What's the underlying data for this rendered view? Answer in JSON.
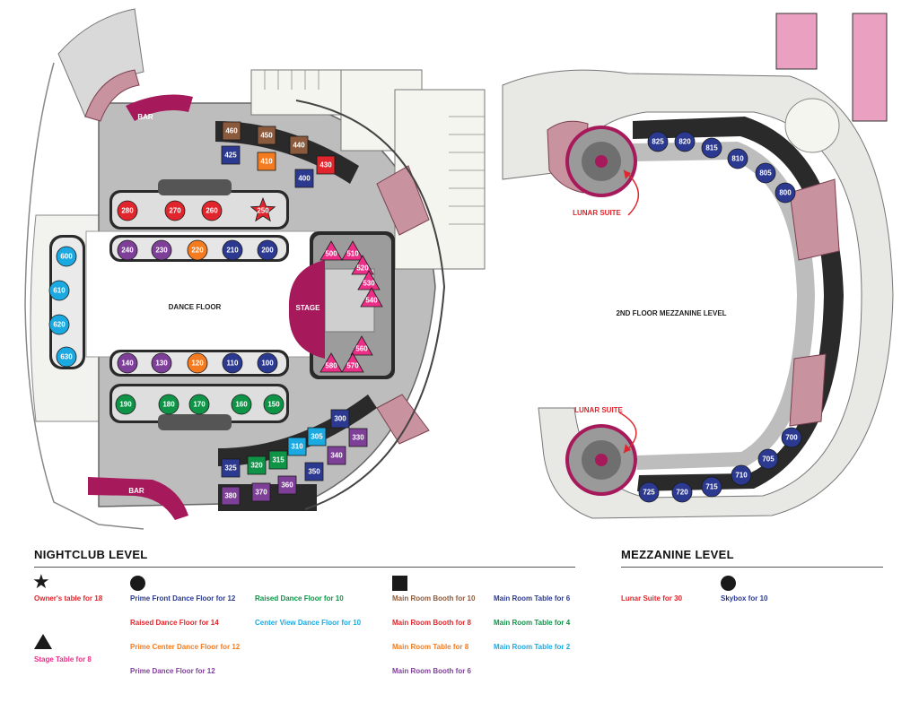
{
  "colors": {
    "darkred": "#e0262c",
    "navy": "#2b3990",
    "cyan": "#1ba9e1",
    "purple": "#7e3f98",
    "orange": "#f47b20",
    "green": "#0f9447",
    "pink": "#ec2f86",
    "brown": "#8b5a3c",
    "stage": "#a6195a",
    "stair": "#c8939f",
    "floor": "#bdbdbd"
  },
  "areas": {
    "bar_top": "BAR",
    "bar_bottom": "BAR",
    "dance_floor": "DANCE FLOOR",
    "stage": "STAGE",
    "mezzanine": "2ND FLOOR MEZZANINE LEVEL",
    "lunar_top": "LUNAR SUITE",
    "lunar_bottom": "LUNAR SUITE"
  },
  "tables": [
    {
      "id": "460",
      "color": "brown",
      "shape": "square"
    },
    {
      "id": "450",
      "color": "brown",
      "shape": "square"
    },
    {
      "id": "440",
      "color": "brown",
      "shape": "square"
    },
    {
      "id": "425",
      "color": "navy",
      "shape": "square"
    },
    {
      "id": "410",
      "color": "orange",
      "shape": "square"
    },
    {
      "id": "430",
      "color": "darkred",
      "shape": "square"
    },
    {
      "id": "400",
      "color": "navy",
      "shape": "square"
    },
    {
      "id": "280",
      "color": "darkred",
      "shape": "circle"
    },
    {
      "id": "270",
      "color": "darkred",
      "shape": "circle"
    },
    {
      "id": "260",
      "color": "darkred",
      "shape": "circle"
    },
    {
      "id": "250",
      "color": "darkred",
      "shape": "star"
    },
    {
      "id": "240",
      "color": "purple",
      "shape": "circle"
    },
    {
      "id": "230",
      "color": "purple",
      "shape": "circle"
    },
    {
      "id": "220",
      "color": "orange",
      "shape": "circle"
    },
    {
      "id": "210",
      "color": "navy",
      "shape": "circle"
    },
    {
      "id": "200",
      "color": "navy",
      "shape": "circle"
    },
    {
      "id": "600",
      "color": "cyan",
      "shape": "circle"
    },
    {
      "id": "610",
      "color": "cyan",
      "shape": "circle"
    },
    {
      "id": "620",
      "color": "cyan",
      "shape": "circle"
    },
    {
      "id": "630",
      "color": "cyan",
      "shape": "circle"
    },
    {
      "id": "500",
      "color": "pink",
      "shape": "triangle"
    },
    {
      "id": "510",
      "color": "pink",
      "shape": "triangle"
    },
    {
      "id": "520",
      "color": "pink",
      "shape": "triangle"
    },
    {
      "id": "530",
      "color": "pink",
      "shape": "triangle"
    },
    {
      "id": "540",
      "color": "pink",
      "shape": "triangle"
    },
    {
      "id": "560",
      "color": "pink",
      "shape": "triangle"
    },
    {
      "id": "570",
      "color": "pink",
      "shape": "triangle"
    },
    {
      "id": "580",
      "color": "pink",
      "shape": "triangle"
    },
    {
      "id": "140",
      "color": "purple",
      "shape": "circle"
    },
    {
      "id": "130",
      "color": "purple",
      "shape": "circle"
    },
    {
      "id": "120",
      "color": "orange",
      "shape": "circle"
    },
    {
      "id": "110",
      "color": "navy",
      "shape": "circle"
    },
    {
      "id": "100",
      "color": "navy",
      "shape": "circle"
    },
    {
      "id": "190",
      "color": "green",
      "shape": "circle"
    },
    {
      "id": "180",
      "color": "green",
      "shape": "circle"
    },
    {
      "id": "170",
      "color": "green",
      "shape": "circle"
    },
    {
      "id": "160",
      "color": "green",
      "shape": "circle"
    },
    {
      "id": "150",
      "color": "green",
      "shape": "circle"
    },
    {
      "id": "300",
      "color": "navy",
      "shape": "square"
    },
    {
      "id": "305",
      "color": "cyan",
      "shape": "square"
    },
    {
      "id": "310",
      "color": "cyan",
      "shape": "square"
    },
    {
      "id": "330",
      "color": "purple",
      "shape": "square"
    },
    {
      "id": "340",
      "color": "purple",
      "shape": "square"
    },
    {
      "id": "350",
      "color": "navy",
      "shape": "square"
    },
    {
      "id": "315",
      "color": "green",
      "shape": "square"
    },
    {
      "id": "320",
      "color": "green",
      "shape": "square"
    },
    {
      "id": "325",
      "color": "navy",
      "shape": "square"
    },
    {
      "id": "360",
      "color": "purple",
      "shape": "square"
    },
    {
      "id": "370",
      "color": "purple",
      "shape": "square"
    },
    {
      "id": "380",
      "color": "purple",
      "shape": "square"
    },
    {
      "id": "825",
      "color": "navy",
      "shape": "circle"
    },
    {
      "id": "820",
      "color": "navy",
      "shape": "circle"
    },
    {
      "id": "815",
      "color": "navy",
      "shape": "circle"
    },
    {
      "id": "810",
      "color": "navy",
      "shape": "circle"
    },
    {
      "id": "805",
      "color": "navy",
      "shape": "circle"
    },
    {
      "id": "800",
      "color": "navy",
      "shape": "circle"
    },
    {
      "id": "700",
      "color": "navy",
      "shape": "circle"
    },
    {
      "id": "705",
      "color": "navy",
      "shape": "circle"
    },
    {
      "id": "710",
      "color": "navy",
      "shape": "circle"
    },
    {
      "id": "715",
      "color": "navy",
      "shape": "circle"
    },
    {
      "id": "720",
      "color": "navy",
      "shape": "circle"
    },
    {
      "id": "725",
      "color": "navy",
      "shape": "circle"
    }
  ],
  "legend": {
    "nightclub_title": "NIGHTCLUB LEVEL",
    "mezzanine_title": "MEZZANINE LEVEL",
    "owners_table": "Owner's table for 18",
    "stage_table": "Stage Table for 8",
    "prime_front": "Prime Front Dance Floor for 12",
    "raised_14": "Raised Dance Floor for 14",
    "prime_center": "Prime Center Dance Floor for 12",
    "prime_dance": "Prime Dance Floor for 12",
    "raised_10": "Raised Dance Floor for 10",
    "center_view": "Center View Dance Floor for 10",
    "booth_10": "Main Room Booth for 10",
    "booth_8": "Main Room Booth for 8",
    "table_8": "Main Room Table for 8",
    "booth_6": "Main Room Booth for 6",
    "table_6": "Main Room Table for 6",
    "table_4": "Main Room Table for 4",
    "table_2": "Main Room Table for 2",
    "lunar_30": "Lunar Suite for 30",
    "skybox_10": "Skybox for 10"
  }
}
